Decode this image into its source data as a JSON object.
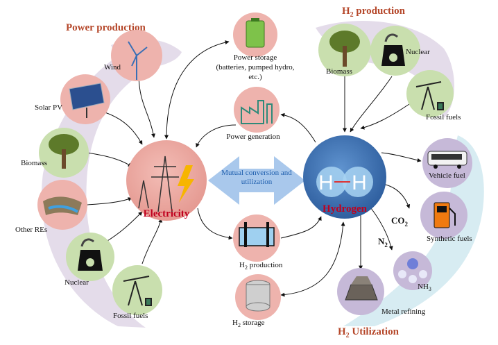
{
  "sections": {
    "power_production": "Power production",
    "h2_production_title": [
      "H",
      "2",
      " production"
    ],
    "h2_utilization_title": [
      "H",
      "2",
      " Utilization"
    ]
  },
  "hubs": {
    "electricity": "Electricity",
    "hydrogen": "Hydrogen",
    "hydrogen_symbol_left": "H",
    "hydrogen_symbol_right": "H"
  },
  "center": {
    "mutual_line1": "Mutual conversion and",
    "mutual_line2": "utilization"
  },
  "power_sources": {
    "wind": "Wind",
    "solar": "Solar PV",
    "biomass": "Biomass",
    "other": "Other REs",
    "nuclear": "Nuclear",
    "fossil": "Fossil fuels"
  },
  "middle_nodes": {
    "storage_line1": "Power storage",
    "storage_line2": "(batteries, pumped hydro,",
    "storage_line3": "etc.)",
    "generation": "Power generation",
    "h2prod": [
      "H",
      "2",
      " production"
    ],
    "h2storage": [
      "H",
      "2",
      " storage"
    ]
  },
  "h2_sources": {
    "biomass": "Biomass",
    "nuclear": "Nuclear",
    "fossil": "Fossil  fuels"
  },
  "utilization": {
    "vehicle": "Vehicle fuel",
    "synthetic": "Synthetic fuels",
    "metal": "Metal refining",
    "nh3": [
      "NH",
      "3"
    ],
    "co2": [
      "CO",
      "2"
    ],
    "n2": [
      "N",
      "2"
    ]
  },
  "colors": {
    "band": "#e4dcea",
    "band_util": "#d7ecf2",
    "green_node": "#c9dfae",
    "pink_node": "#eeb3ad",
    "purple_node": "#c6b9d8",
    "hydrogen_hub": "#3f73b4",
    "electricity_hub": "#eaa7a0",
    "title": "#b5472a",
    "arrow_fill": "#a9c8ec"
  }
}
